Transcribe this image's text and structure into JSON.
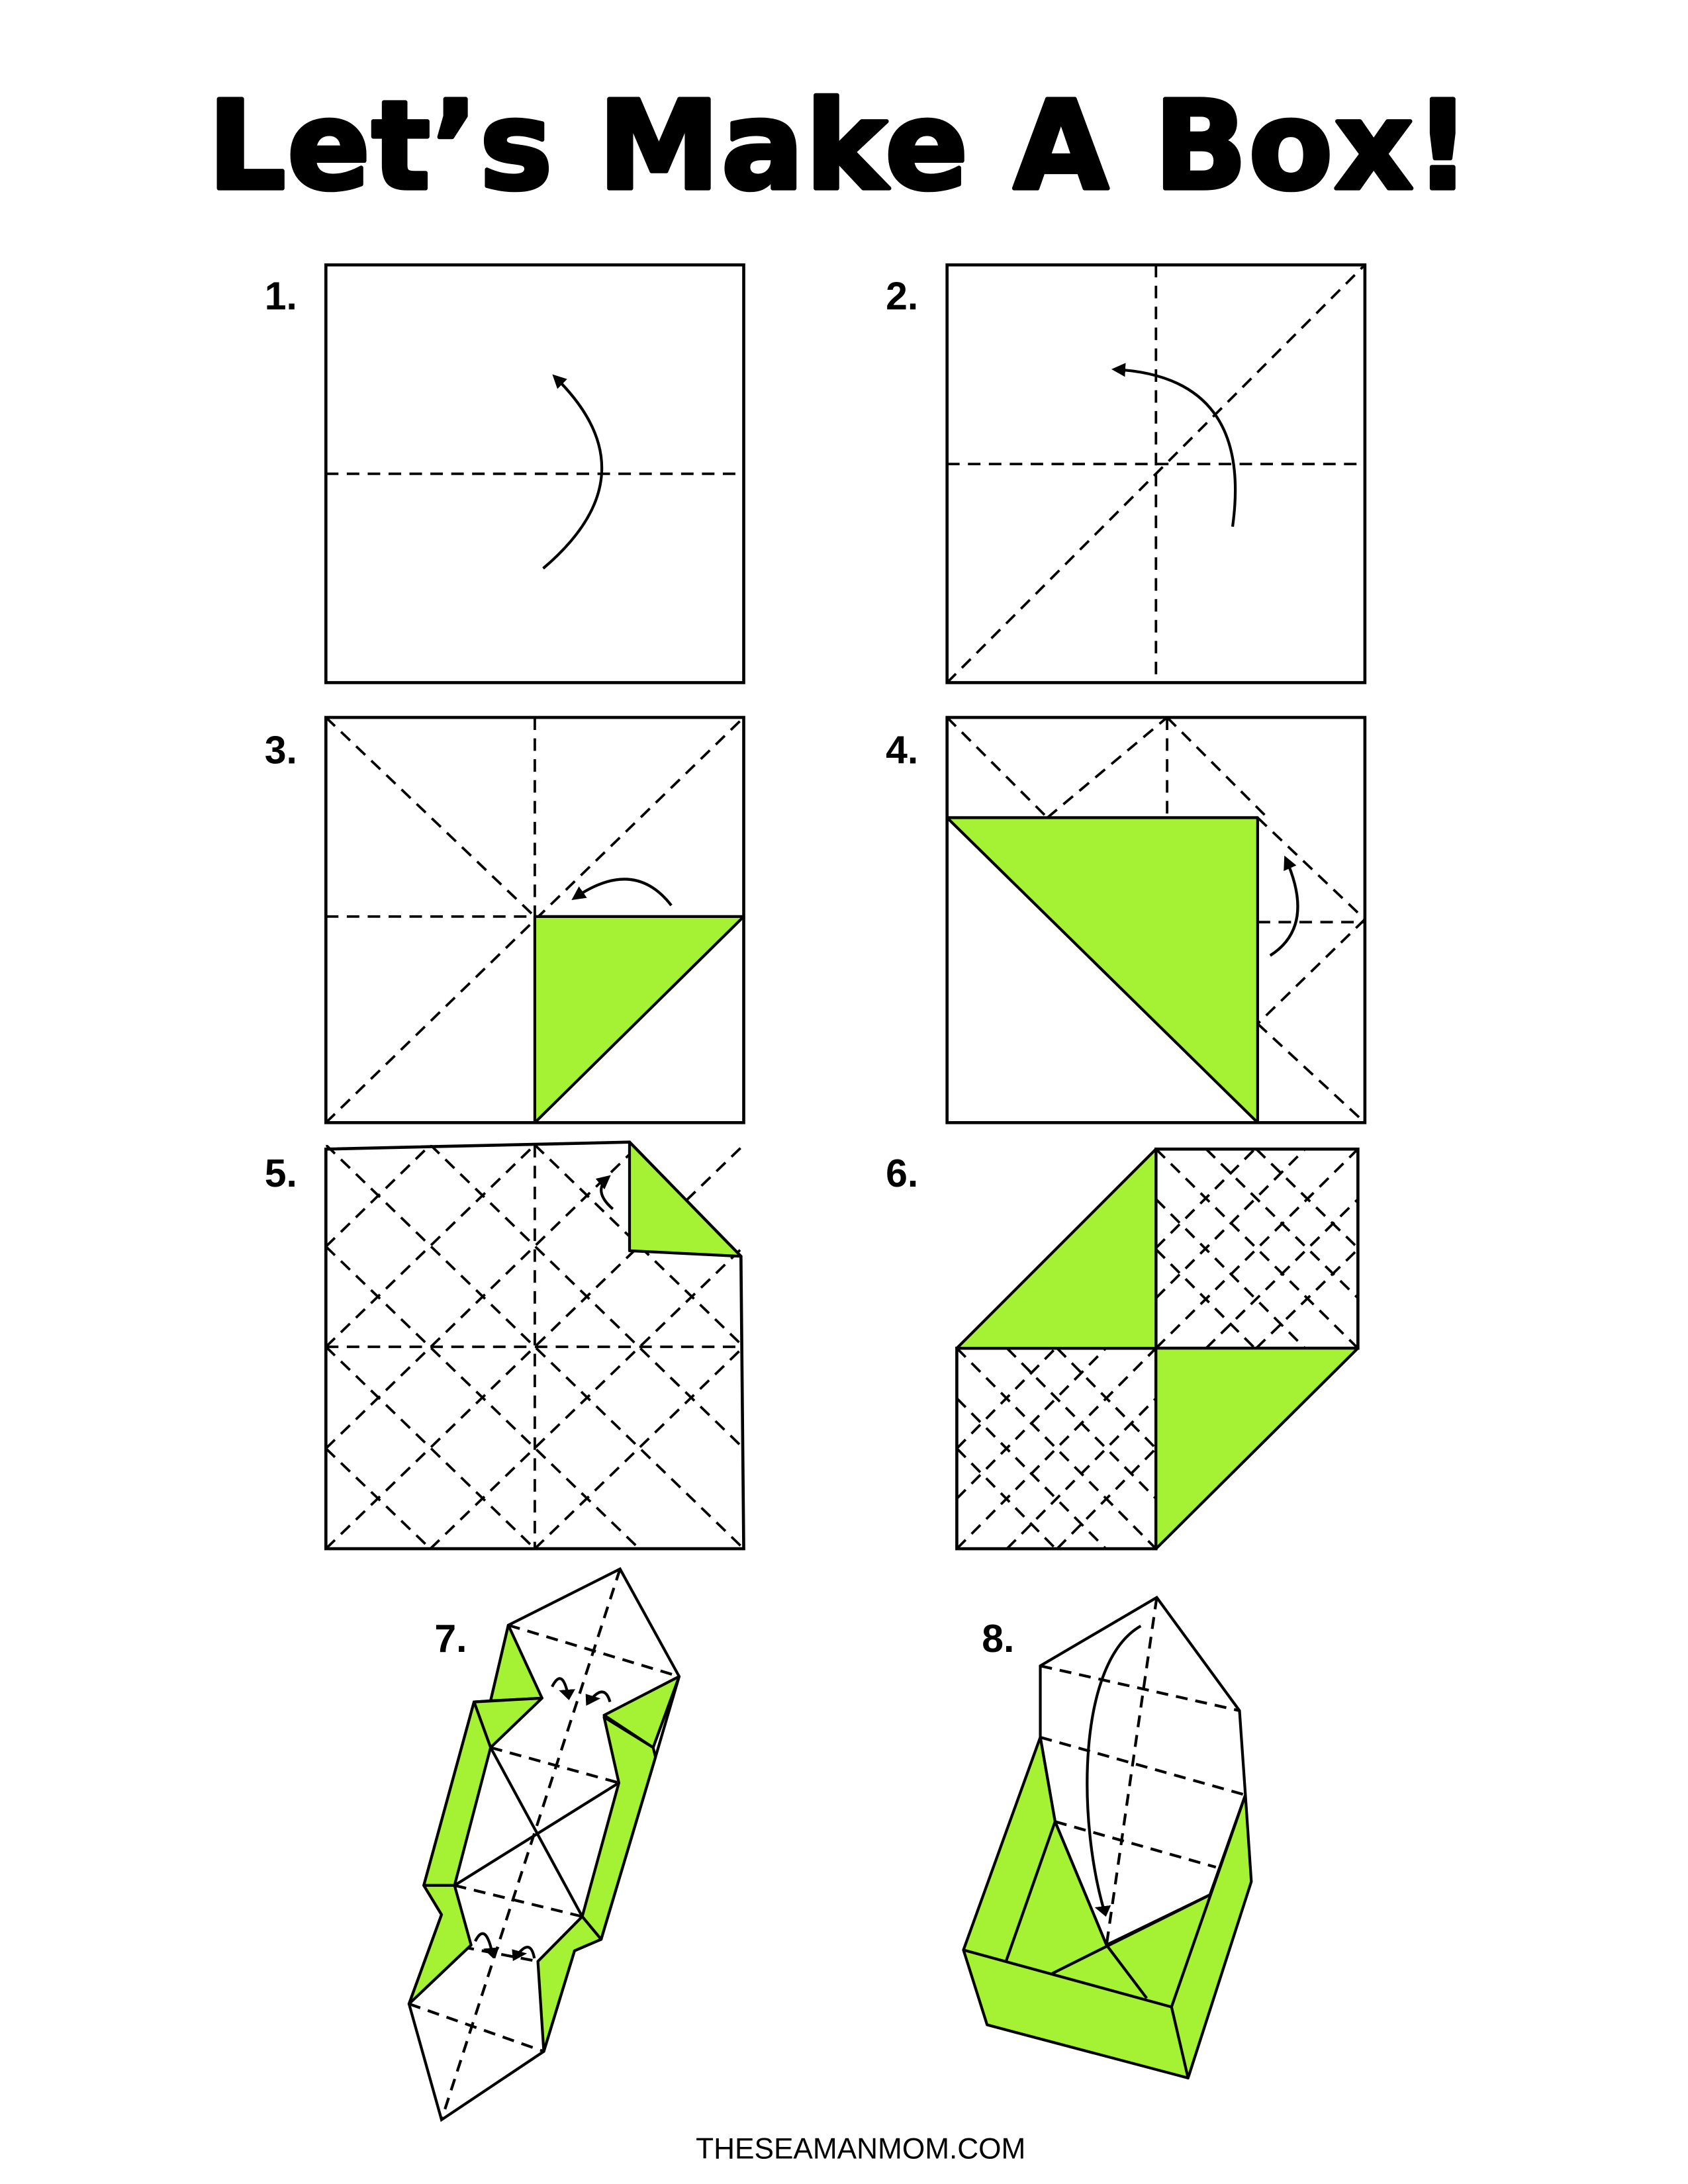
{
  "title": "Let’s Make A Box!",
  "steps": [
    {
      "label": "1."
    },
    {
      "label": "2."
    },
    {
      "label": "3."
    },
    {
      "label": "4."
    },
    {
      "label": "5."
    },
    {
      "label": "6."
    },
    {
      "label": "7."
    },
    {
      "label": "8."
    }
  ],
  "footer": "THESEAMANMOM.COM",
  "colors": {
    "paper_color": "#a4f233",
    "line": "#000000",
    "background": "#ffffff"
  },
  "icons": [
    "fold-arrow-icon"
  ]
}
